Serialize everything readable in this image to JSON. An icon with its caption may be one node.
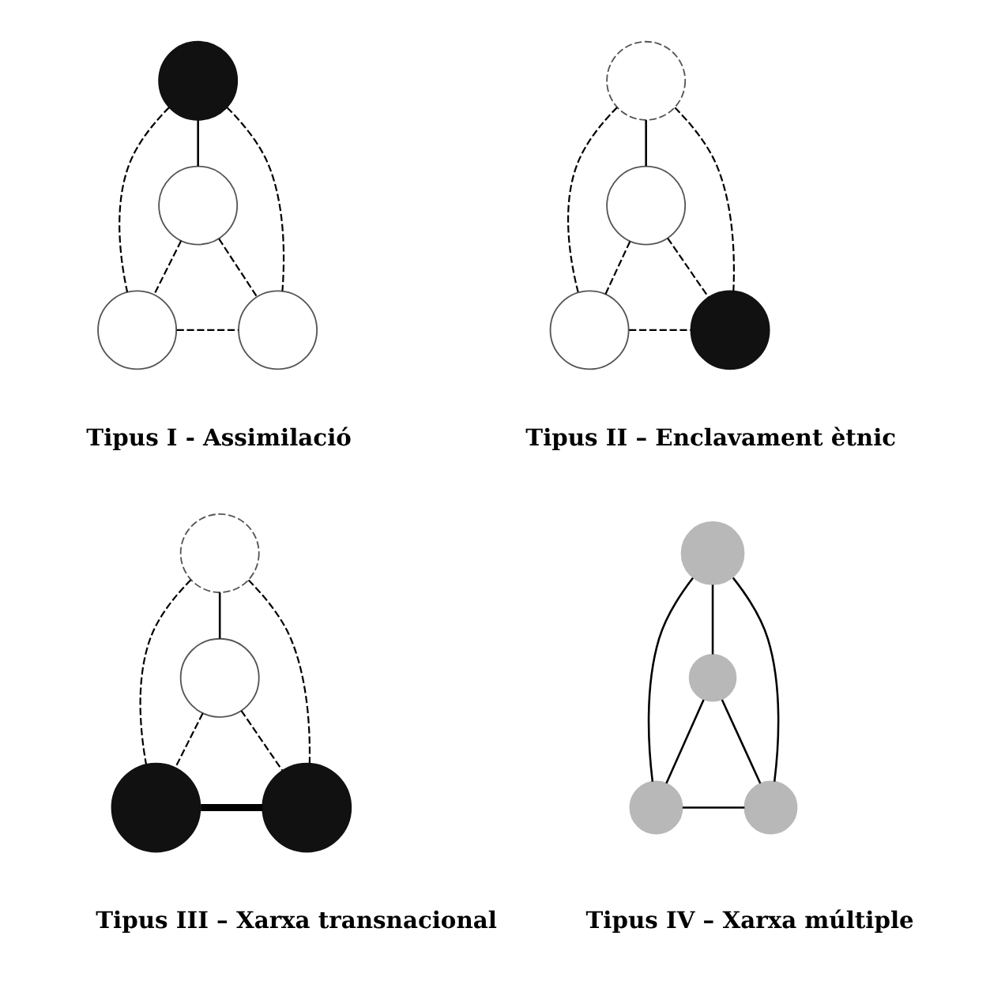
{
  "diagram": {
    "nodes": [
      {
        "text": [],
        "shape": "circle"
      },
      {
        "text": [],
        "shape": "circle"
      },
      {
        "text": [],
        "shape": "circle"
      },
      {
        "text": [],
        "shape": "circle"
      },
      {
        "text": [],
        "shape": "circle"
      },
      {
        "text": [],
        "shape": "circle"
      },
      {
        "text": [],
        "shape": "circle"
      },
      {
        "text": [],
        "shape": "circle"
      },
      {
        "text": [],
        "shape": "circle"
      },
      {
        "text": [],
        "shape": "circle"
      },
      {
        "text": [],
        "shape": "circle"
      },
      {
        "text": [],
        "shape": "circle"
      },
      {
        "text": [],
        "shape": "circle"
      },
      {
        "text": [],
        "shape": "circle"
      },
      {
        "text": [],
        "shape": "circle"
      },
      {
        "text": [],
        "shape": "circle"
      }
    ],
    "edges": [
      {
        "from": 0,
        "to": 1,
        "arrow": "none"
      },
      {
        "from": 0,
        "to": 2,
        "arrow": "none",
        "style": "dashed"
      },
      {
        "from": 0,
        "to": 3,
        "arrow": "none",
        "style": "dashed"
      },
      {
        "from": 1,
        "to": 2,
        "arrow": "none",
        "style": "dashed"
      },
      {
        "from": 1,
        "to": 3,
        "arrow": "none",
        "style": "dashed"
      },
      {
        "from": 2,
        "to": 3,
        "arrow": "none",
        "style": "dashed"
      },
      {
        "from": 4,
        "to": 5,
        "arrow": "none"
      },
      {
        "from": 4,
        "to": 6,
        "arrow": "none",
        "style": "dashed"
      },
      {
        "from": 4,
        "to": 7,
        "arrow": "none",
        "style": "dashed"
      },
      {
        "from": 5,
        "to": 6,
        "arrow": "none",
        "style": "dashed"
      },
      {
        "from": 5,
        "to": 7,
        "arrow": "none",
        "style": "dashed"
      },
      {
        "from": 6,
        "to": 7,
        "arrow": "none",
        "style": "dashed"
      },
      {
        "from": 8,
        "to": 9,
        "arrow": "none"
      },
      {
        "from": 8,
        "to": 10,
        "arrow": "none",
        "style": "dashed"
      },
      {
        "from": 8,
        "to": 11,
        "arrow": "none",
        "style": "dashed"
      },
      {
        "from": 9,
        "to": 10,
        "arrow": "none",
        "style": "dashed"
      },
      {
        "from": 9,
        "to": 11,
        "arrow": "none",
        "style": "dashed"
      },
      {
        "from": 10,
        "to": 11,
        "arrow": "none",
        "style": "thick"
      },
      {
        "from": 12,
        "to": 13,
        "arrow": "none"
      },
      {
        "from": 12,
        "to": 14,
        "arrow": "none"
      },
      {
        "from": 12,
        "to": 15,
        "arrow": "none"
      },
      {
        "from": 13,
        "to": 14,
        "arrow": "none"
      },
      {
        "from": 13,
        "to": 15,
        "arrow": "none"
      },
      {
        "from": 14,
        "to": 15,
        "arrow": "none"
      }
    ],
    "labels": [
      "Tipus I - Assimilació",
      "Tipus II – Enclavament ètnic",
      "Tipus III – Xarxa transnacional",
      "Tipus IV – Xarxa múltiple"
    ]
  }
}
